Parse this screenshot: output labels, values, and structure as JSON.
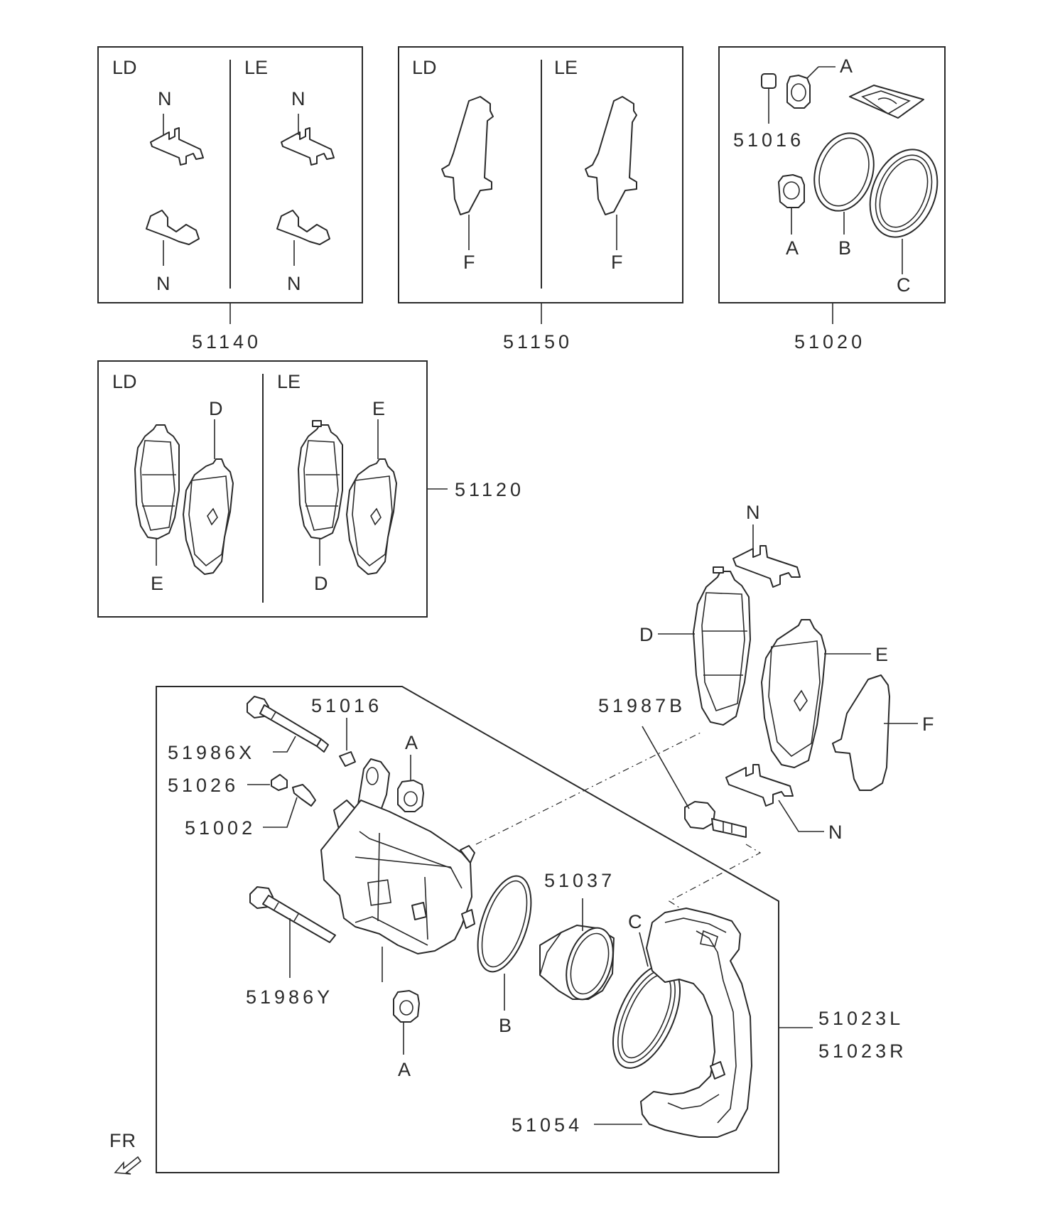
{
  "headers": {
    "ld": "LD",
    "le": "LE"
  },
  "letters": {
    "a": "A",
    "b": "B",
    "c": "C",
    "d": "D",
    "e": "E",
    "f": "F",
    "n": "N"
  },
  "parts": {
    "p51140": "51140",
    "p51150": "51150",
    "p51020": "51020",
    "p51120": "51120",
    "p51016": "51016",
    "p51986x": "51986X",
    "p51026": "51026",
    "p51002": "51002",
    "p51986y": "51986Y",
    "p51037": "51037",
    "p51987b": "51987B",
    "p51023l": "51023L",
    "p51023r": "51023R",
    "p51054": "51054"
  },
  "orientation": {
    "fr": "FR"
  }
}
